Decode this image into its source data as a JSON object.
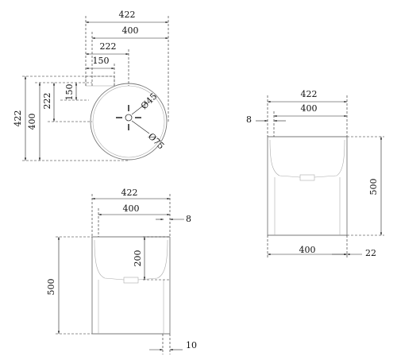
{
  "top_view": {
    "width_outer": "422",
    "width_inner": "400",
    "offset_222": "222",
    "offset_150": "150",
    "height_outer": "422",
    "height_inner": "400",
    "height_222": "222",
    "height_150": "150",
    "drain_dia": "Ø45",
    "bowl_dia": "Ø75"
  },
  "side_view": {
    "width_outer": "422",
    "width_inner": "400",
    "wall": "8",
    "height": "500",
    "base_width": "400",
    "base_offset": "22"
  },
  "front_view": {
    "width_outer": "422",
    "width_inner": "400",
    "wall": "8",
    "basin_depth": "200",
    "height": "500",
    "base_offset": "10"
  }
}
